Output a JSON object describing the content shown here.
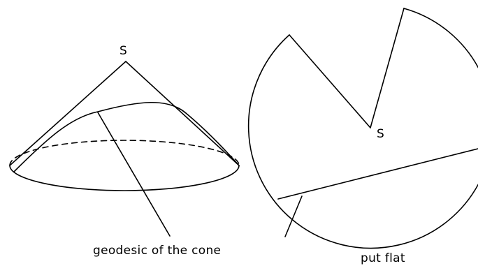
{
  "labels": {
    "cone_apex": "S",
    "flat_apex": "S",
    "geodesic_caption": "geodesic of the cone",
    "flat_caption": "put flat"
  },
  "colors": {
    "ink": "#000000",
    "background": "#ffffff"
  }
}
